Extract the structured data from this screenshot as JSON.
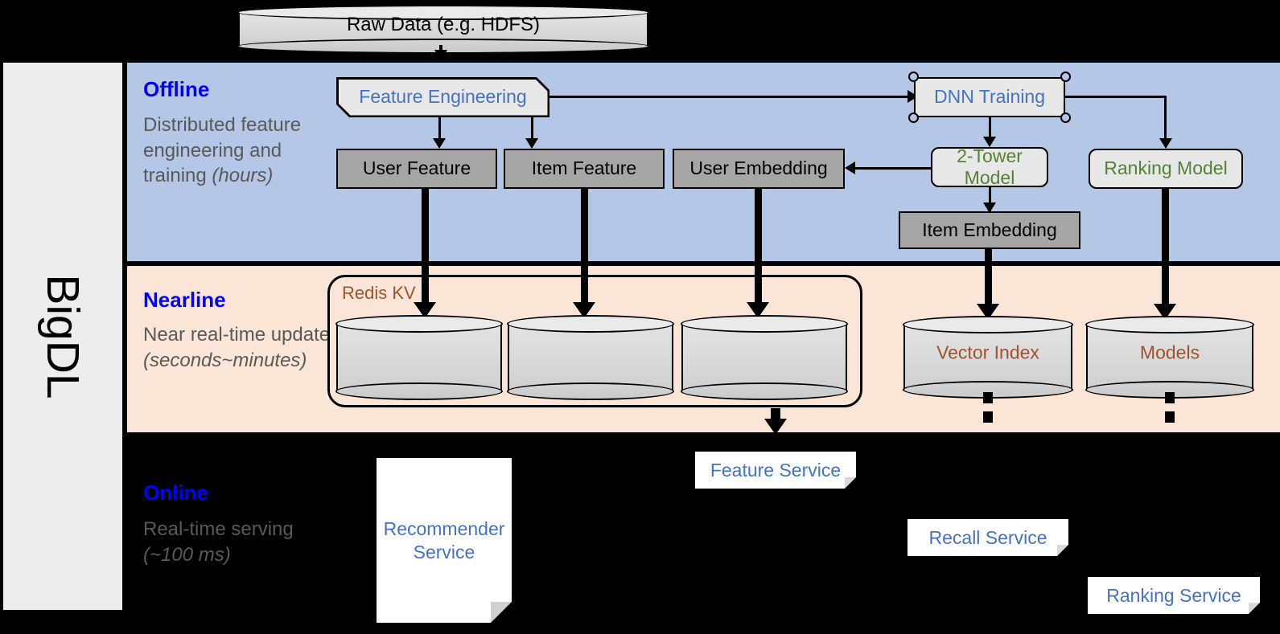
{
  "rail": {
    "label": "BigDL"
  },
  "bands": {
    "offline": {
      "title": "Offline",
      "desc_plain": "Distributed feature engineering and training ",
      "desc_em": "(hours)"
    },
    "nearline": {
      "title": "Nearline",
      "desc_plain": "Near real-time update ",
      "desc_em": "(seconds~minutes)"
    },
    "online": {
      "title": "Online",
      "desc_plain": "Real-time serving ",
      "desc_em": "(~100 ms)"
    }
  },
  "source": {
    "raw_data": "Raw Data (e.g. HDFS)"
  },
  "offline": {
    "feature_engineering": "Feature Engineering",
    "dnn_training": "DNN Training",
    "user_feature": "User Feature",
    "item_feature": "Item Feature",
    "user_embedding": "User Embedding",
    "two_tower_model": "2-Tower Model",
    "ranking_model": "Ranking Model",
    "item_embedding": "Item Embedding"
  },
  "nearline": {
    "redis_kv": "Redis KV",
    "vector_index": "Vector Index",
    "models": "Models"
  },
  "online": {
    "recommender_service": "Recommender Service",
    "feature_service": "Feature Service",
    "recall_service": "Recall Service",
    "ranking_service": "Ranking Service"
  },
  "colors": {
    "offline_band": "#b4c7e7",
    "nearline_band": "#fbe5d6",
    "online_band": "#000000",
    "band_title": "#0000ff",
    "band_desc": "#595959",
    "blue_label": "#4472c4",
    "green_label": "#548235",
    "brown_label": "#a0522d",
    "gray_box": "#a6a6a6",
    "light_box": "#e8e8e8",
    "rail_bg": "#ededed"
  }
}
